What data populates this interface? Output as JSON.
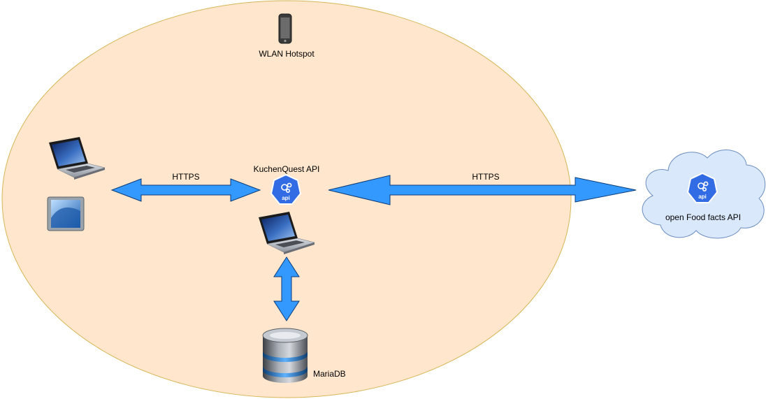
{
  "colors": {
    "zone_fill": "#ffe6cc",
    "zone_stroke": "#d6b656",
    "arrow_fill": "#3399ff",
    "arrow_stroke": "#0b3a78",
    "cloud_fill": "#dae8fc",
    "cloud_stroke": "#6c8ebf",
    "api_blue": "#326ce5"
  },
  "labels": {
    "hotspot": "WLAN Hotspot",
    "https_left": "HTTPS",
    "https_right": "HTTPS",
    "kuchenquest_api": "KuchenQuest API",
    "api_badge_1": "api",
    "api_badge_2": "api",
    "external_api": "open Food facts API",
    "database": "MariaDB"
  },
  "icons": {
    "phone": "smartphone-icon",
    "client_laptop": "laptop-icon",
    "client_tablet": "tablet-icon",
    "server_laptop": "laptop-icon",
    "api": "kubernetes-api-icon",
    "database": "database-icon",
    "cloud": "cloud-icon"
  }
}
